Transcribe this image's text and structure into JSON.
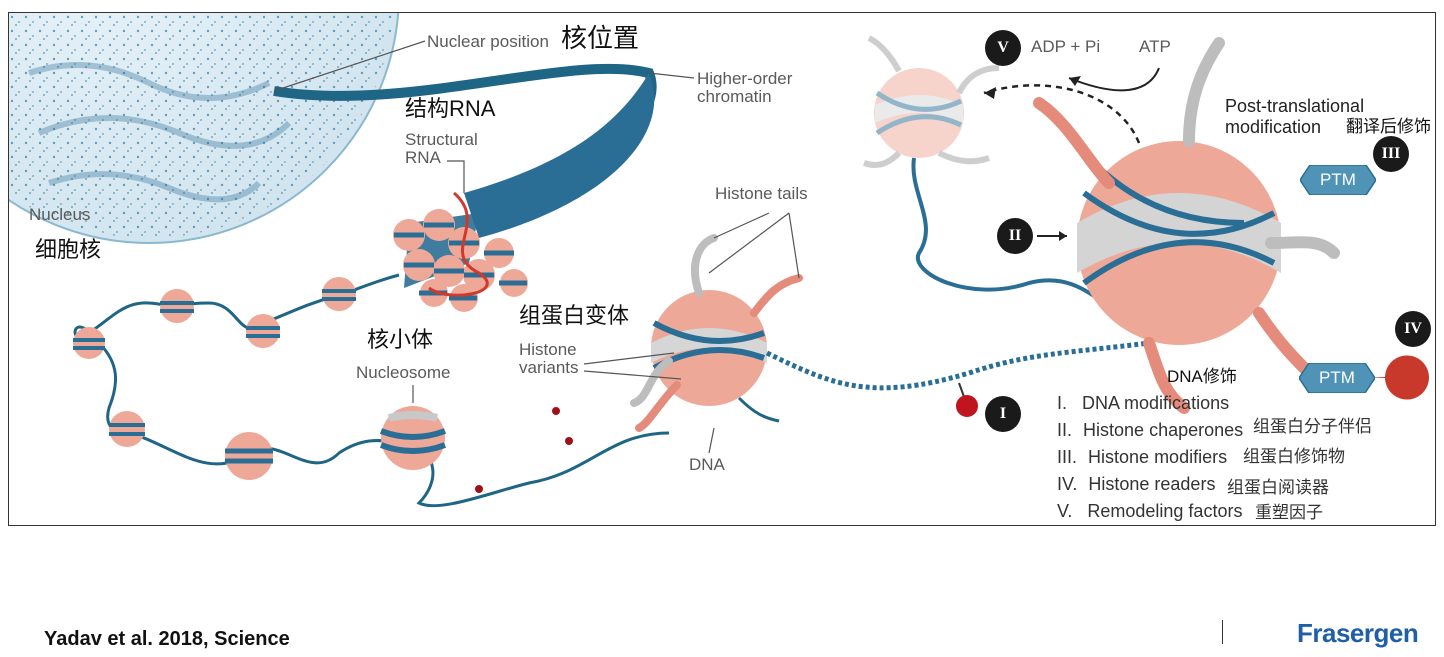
{
  "figure": {
    "labels": {
      "nuclear_position": "Nuclear position",
      "nuclear_position_zh": "核位置",
      "higher_order_chromatin": "Higher-order\nchromatin",
      "structural_rna_zh": "结构RNA",
      "structural_rna": "Structural\nRNA",
      "nucleus": "Nucleus",
      "nucleus_zh": "细胞核",
      "nucleosome_zh": "核小体",
      "nucleosome": "Nucleosome",
      "histone_variants_zh": "组蛋白变体",
      "histone_variants": "Histone\nvariants",
      "histone_tails": "Histone tails",
      "dna": "DNA",
      "adp_pi": "ADP + Pi",
      "atp": "ATP",
      "ptm_label": "Post-translational\nmodification",
      "ptm_label_zh": "翻译后修饰",
      "dna_modification_zh": "DNA修饰",
      "ptm_tag": "PTM"
    },
    "markers": {
      "I": "I",
      "II": "II",
      "III": "III",
      "IV": "IV",
      "V": "V"
    },
    "legend": [
      {
        "numeral": "I.",
        "text": "DNA modifications",
        "zh": ""
      },
      {
        "numeral": "II.",
        "text": "Histone chaperones",
        "zh": "组蛋白分子伴侣"
      },
      {
        "numeral": "III.",
        "text": "Histone modifiers",
        "zh": "组蛋白修饰物"
      },
      {
        "numeral": "IV.",
        "text": "Histone readers",
        "zh": "组蛋白阅读器"
      },
      {
        "numeral": "V.",
        "text": "Remodeling factors",
        "zh": "重塑因子"
      }
    ],
    "colors": {
      "dna_blue": "#2a6e96",
      "histone_pink": "#eea898",
      "histone_gray": "#d6d6d6",
      "nucleus_fill": "#dcebf3",
      "modification_red": "#c0141e",
      "marker_black": "#1a1a1a",
      "ptm_blue": "#4f93b6"
    }
  },
  "citation": "Yadav et al. 2018, Science",
  "brand": "Frasergen"
}
